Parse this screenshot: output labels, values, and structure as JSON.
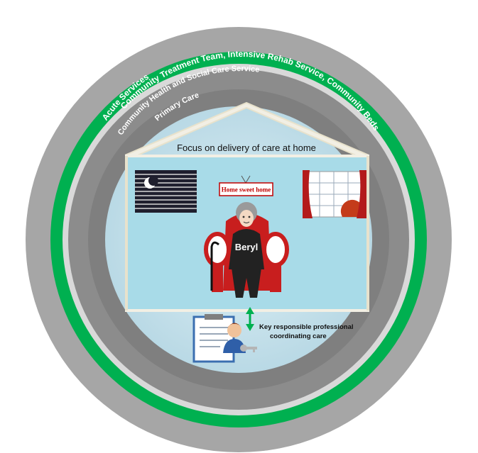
{
  "rings": {
    "acute": "Acute Services",
    "community_team": "Community Treatment Team, Intensive Rehab Service, Community Beds",
    "community_health": "Community Health and Social Care Service",
    "primary": "Primary Care"
  },
  "house": {
    "title": "Focus on delivery of care at home",
    "sign": "Home sweet home",
    "resident": "Beryl"
  },
  "coordinator": {
    "caption_line1": "Key responsible professional",
    "caption_line2": "coordinating care"
  },
  "colors": {
    "outer_ring": "#a6a6a6",
    "green_ring": "#00b050",
    "mid_ring": "#8c8c8c",
    "inner_ring": "#7f7f7f",
    "disc": "#cfe5ee",
    "house_wall": "#a8dbe8",
    "chair": "#c81e1e"
  }
}
